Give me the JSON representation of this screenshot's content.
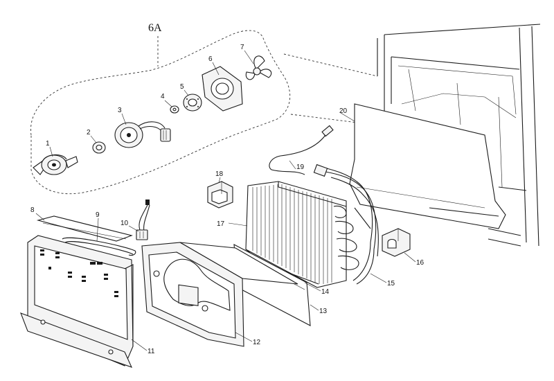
{
  "diagram": {
    "group_label": "6A",
    "parts": [
      {
        "id": "1",
        "label": "1"
      },
      {
        "id": "2",
        "label": "2"
      },
      {
        "id": "3",
        "label": "3"
      },
      {
        "id": "4",
        "label": "4"
      },
      {
        "id": "5",
        "label": "5"
      },
      {
        "id": "6",
        "label": "6"
      },
      {
        "id": "7",
        "label": "7"
      },
      {
        "id": "8",
        "label": "8"
      },
      {
        "id": "9",
        "label": "9"
      },
      {
        "id": "10",
        "label": "10"
      },
      {
        "id": "11",
        "label": "11"
      },
      {
        "id": "12",
        "label": "12"
      },
      {
        "id": "13",
        "label": "13"
      },
      {
        "id": "14",
        "label": "14"
      },
      {
        "id": "15",
        "label": "15"
      },
      {
        "id": "16",
        "label": "16"
      },
      {
        "id": "17",
        "label": "17"
      },
      {
        "id": "18",
        "label": "18"
      },
      {
        "id": "19",
        "label": "19"
      },
      {
        "id": "20",
        "label": "20"
      }
    ]
  }
}
